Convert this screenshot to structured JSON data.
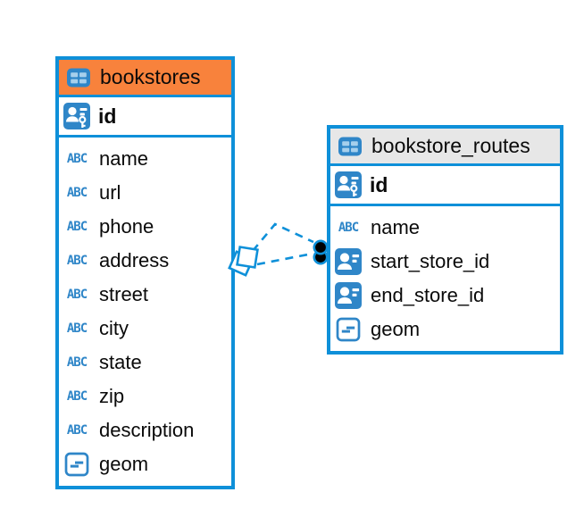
{
  "diagram": {
    "type": "entity-relationship",
    "colors": {
      "accent_blue": "#0e90d9",
      "icon_blue": "#2f86c8",
      "icon_cell_light": "#a6cfec",
      "bookstores_header": "#f8823c",
      "routes_header": "#e7e7e7",
      "text": "#0a0a0a",
      "relationship_endpoint_fill": "#000000"
    },
    "icons": {
      "text_type_glyph": "ABC",
      "table_icon": "table-grid",
      "primary_key_icon": "person-with-key",
      "reference_icon": "person-card",
      "geometry_icon": "box-with-dashes"
    },
    "tables": [
      {
        "name": "bookstores",
        "columns": [
          {
            "name": "id",
            "type": "primary-key"
          },
          {
            "name": "name",
            "type": "text"
          },
          {
            "name": "url",
            "type": "text"
          },
          {
            "name": "phone",
            "type": "text"
          },
          {
            "name": "address",
            "type": "text"
          },
          {
            "name": "street",
            "type": "text"
          },
          {
            "name": "city",
            "type": "text"
          },
          {
            "name": "state",
            "type": "text"
          },
          {
            "name": "zip",
            "type": "text"
          },
          {
            "name": "description",
            "type": "text"
          },
          {
            "name": "geom",
            "type": "geometry"
          }
        ]
      },
      {
        "name": "bookstore_routes",
        "columns": [
          {
            "name": "id",
            "type": "primary-key"
          },
          {
            "name": "name",
            "type": "text"
          },
          {
            "name": "start_store_id",
            "type": "reference"
          },
          {
            "name": "end_store_id",
            "type": "reference"
          },
          {
            "name": "geom",
            "type": "geometry"
          }
        ]
      }
    ],
    "relationships": [
      {
        "from": "bookstore_routes",
        "to": "bookstores",
        "line_style": "dashed"
      },
      {
        "from": "bookstore_routes",
        "to": "bookstores",
        "line_style": "dashed"
      }
    ]
  }
}
